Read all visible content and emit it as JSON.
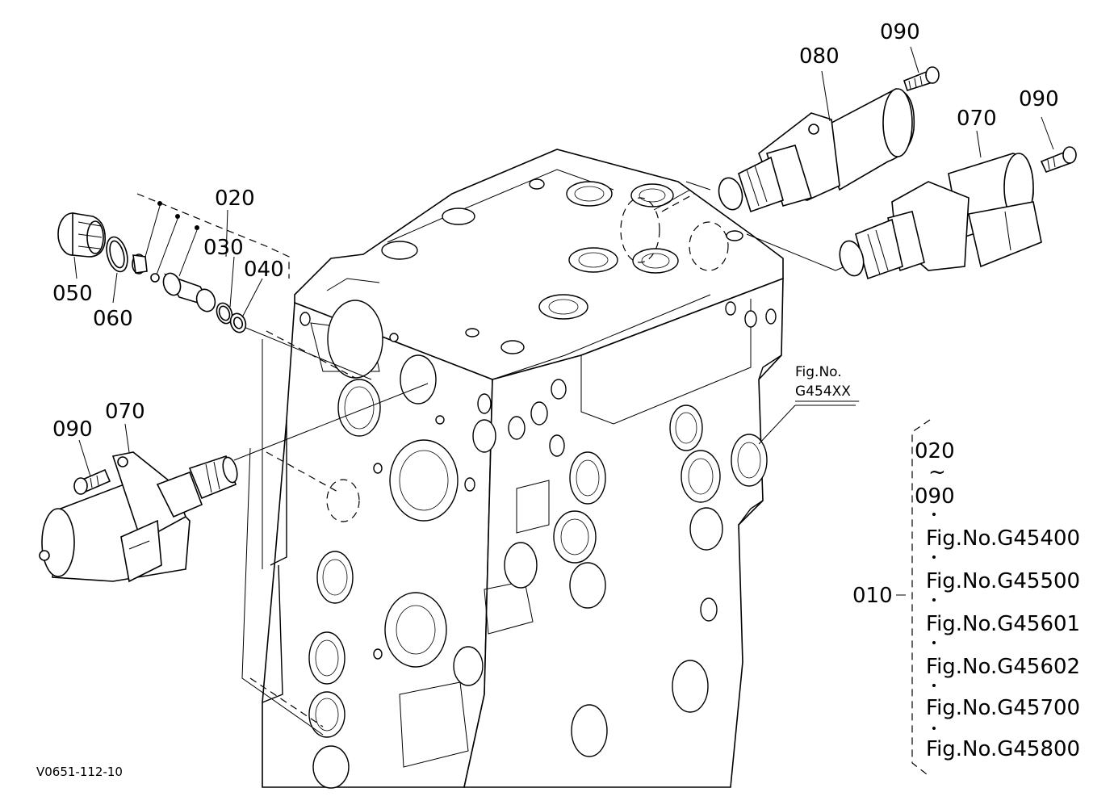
{
  "labels": {
    "p020": "020",
    "p030": "030",
    "p040": "040",
    "p050": "050",
    "p060": "060",
    "p070_top": "070",
    "p070_left": "070",
    "p080": "080",
    "p090_top": "090",
    "p090_right": "090",
    "p090_left": "090"
  },
  "fig_callout": {
    "line1": "Fig.No.",
    "line2": "G454XX"
  },
  "assembly": {
    "number": "010",
    "range_start": "020",
    "range_sym": "~",
    "range_end": "090",
    "figs": [
      "Fig.No.G45400",
      "Fig.No.G45500",
      "Fig.No.G45601",
      "Fig.No.G45602",
      "Fig.No.G45700",
      "Fig.No.G45800"
    ]
  },
  "drawing_ref": "V0651-112-10"
}
